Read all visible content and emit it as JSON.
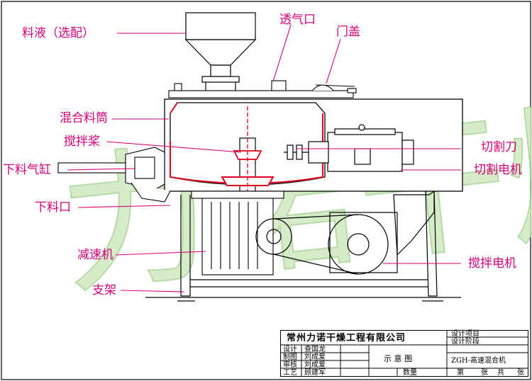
{
  "labels": {
    "liquid": "料液（选配）",
    "vent": "透气口",
    "door": "门盖",
    "barrel": "混合料筒",
    "paddle": "搅拌桨",
    "cylinder": "下料气缸",
    "outlet": "下料口",
    "reducer": "减速机",
    "support": "支架",
    "knife": "切割刀",
    "cut_motor": "切割电机",
    "mix_motor": "搅拌电机"
  },
  "watermark": "力诺干燥",
  "title_block": {
    "company": "常州力诺干燥工程有限公司",
    "design_item_label": "设计项目",
    "design_stage_label": "设计阶段",
    "drawing_name": "示 意 图",
    "product": "ZGH-高速混合机",
    "rows": [
      {
        "role": "设计",
        "name": "查国龙"
      },
      {
        "role": "制图",
        "name": "刘成爱"
      },
      {
        "role": "审核",
        "name": "刘成爱"
      },
      {
        "role": "工艺",
        "name": "顾建军"
      }
    ],
    "quantity_label": "数量",
    "sheet_prefix": "第",
    "sheet_mid": "张",
    "sheet_total": "共",
    "sheet_suffix": "张"
  },
  "colors": {
    "leader": "#d6007a",
    "section_red": "#e0001a",
    "watermark": "#c9e6b8"
  }
}
